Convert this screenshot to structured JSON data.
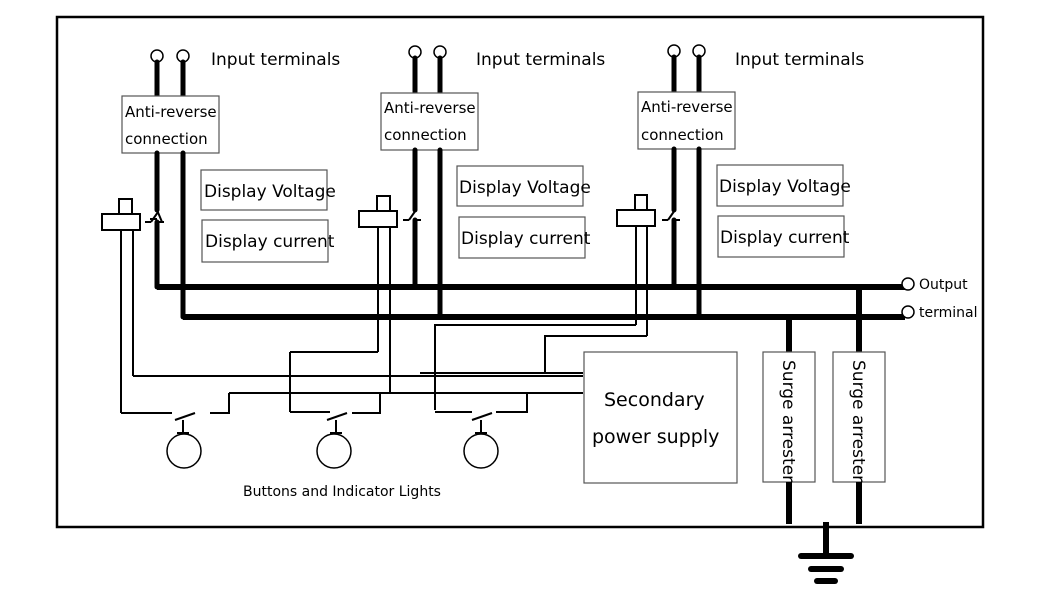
{
  "diagram": {
    "input_terminals_label": "Input terminals",
    "anti_reverse_line1": "Anti-reverse",
    "anti_reverse_line2": "connection",
    "display_voltage": "Display Voltage",
    "display_current": "Display current",
    "output_line1": "Output",
    "output_line2": "terminal",
    "secondary_line1": "Secondary",
    "secondary_line2": "power supply",
    "surge_arrester": "Surge arrester",
    "buttons_lights": "Buttons and Indicator Lights",
    "channels": [
      {
        "id": "channel-1"
      },
      {
        "id": "channel-2"
      },
      {
        "id": "channel-3"
      }
    ],
    "surge_arresters": [
      {
        "label": "Surge arrester"
      },
      {
        "label": "Surge arrester"
      }
    ],
    "indicator_count": 3
  }
}
